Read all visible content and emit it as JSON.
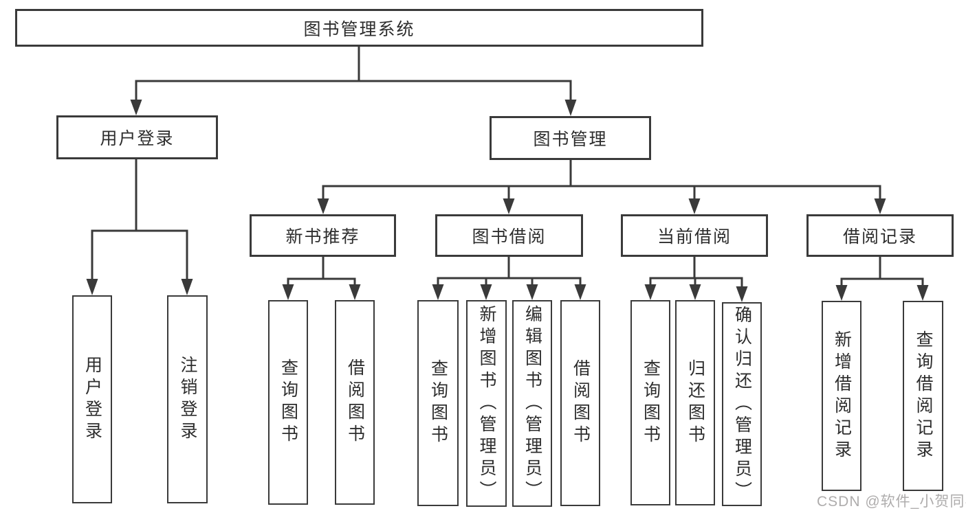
{
  "tree": {
    "root": {
      "label": "图书管理系统",
      "children": [
        {
          "label": "用户登录",
          "children": [
            {
              "label": "用户登录"
            },
            {
              "label": "注销登录"
            }
          ]
        },
        {
          "label": "图书管理",
          "children": [
            {
              "label": "新书推荐",
              "children": [
                {
                  "label": "查询图书"
                },
                {
                  "label": "借阅图书"
                }
              ]
            },
            {
              "label": "图书借阅",
              "children": [
                {
                  "label": "查询图书"
                },
                {
                  "label": "新增图书（管理员）"
                },
                {
                  "label": "编辑图书（管理员）"
                },
                {
                  "label": "借阅图书"
                }
              ]
            },
            {
              "label": "当前借阅",
              "children": [
                {
                  "label": "查询图书"
                },
                {
                  "label": "归还图书"
                },
                {
                  "label": "确认归还（管理员）"
                }
              ]
            },
            {
              "label": "借阅记录",
              "children": [
                {
                  "label": "新增借阅记录"
                },
                {
                  "label": "查询借阅记录"
                }
              ]
            }
          ]
        }
      ]
    }
  },
  "watermark": "CSDN @软件_小贺同学",
  "colors": {
    "line": "#3a3a3a",
    "text": "#2d2d2d",
    "watermark": "#a5a3a3",
    "background": "#ffffff"
  }
}
